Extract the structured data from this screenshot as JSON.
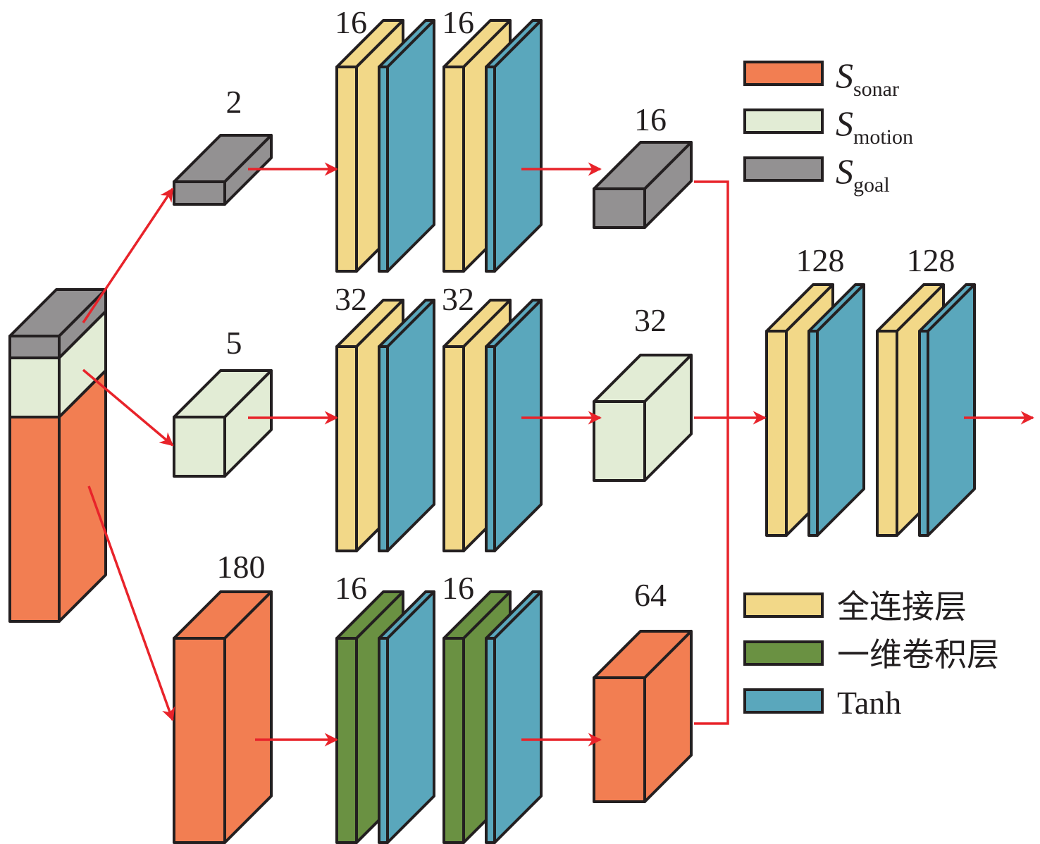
{
  "colors": {
    "sonar": "#f27e52",
    "motion": "#e2ecd5",
    "goal": "#939192",
    "fc": "#f2d888",
    "conv1d": "#6a9142",
    "tanh": "#5aa7bc",
    "arrow": "#e8232a",
    "stroke": "#231f20"
  },
  "input_stack": {
    "segments": [
      "goal",
      "motion",
      "sonar"
    ]
  },
  "branches": [
    {
      "name": "goal",
      "input_label": "2",
      "input_color": "goal",
      "layers": [
        {
          "label": "16",
          "type": "fc"
        },
        {
          "label": "16",
          "type": "fc"
        }
      ],
      "output_label": "16",
      "output_color": "goal"
    },
    {
      "name": "motion",
      "input_label": "5",
      "input_color": "motion",
      "layers": [
        {
          "label": "32",
          "type": "fc"
        },
        {
          "label": "32",
          "type": "fc"
        }
      ],
      "output_label": "32",
      "output_color": "motion"
    },
    {
      "name": "sonar",
      "input_label": "180",
      "input_color": "sonar",
      "layers": [
        {
          "label": "16",
          "type": "conv1d"
        },
        {
          "label": "16",
          "type": "conv1d"
        }
      ],
      "output_label": "64",
      "output_color": "sonar"
    }
  ],
  "merge_layers": [
    {
      "label": "128",
      "type": "fc"
    },
    {
      "label": "128",
      "type": "fc"
    }
  ],
  "legend_inputs": [
    {
      "symbol": "S",
      "subscript": "sonar",
      "color": "sonar"
    },
    {
      "symbol": "S",
      "subscript": "motion",
      "color": "motion"
    },
    {
      "symbol": "S",
      "subscript": "goal",
      "color": "goal"
    }
  ],
  "legend_layers": [
    {
      "label": "全连接层",
      "color": "fc"
    },
    {
      "label": "一维卷积层",
      "color": "conv1d"
    },
    {
      "label": "Tanh",
      "color": "tanh"
    }
  ]
}
